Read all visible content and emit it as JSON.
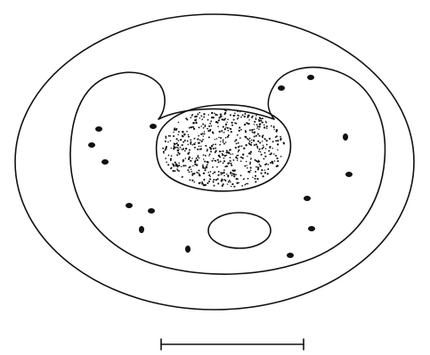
{
  "figure": {
    "type": "line-drawing",
    "subject": "cross-section",
    "colors": {
      "ink": "#111111",
      "background": "#ffffff"
    },
    "stipple_density": "dense"
  }
}
